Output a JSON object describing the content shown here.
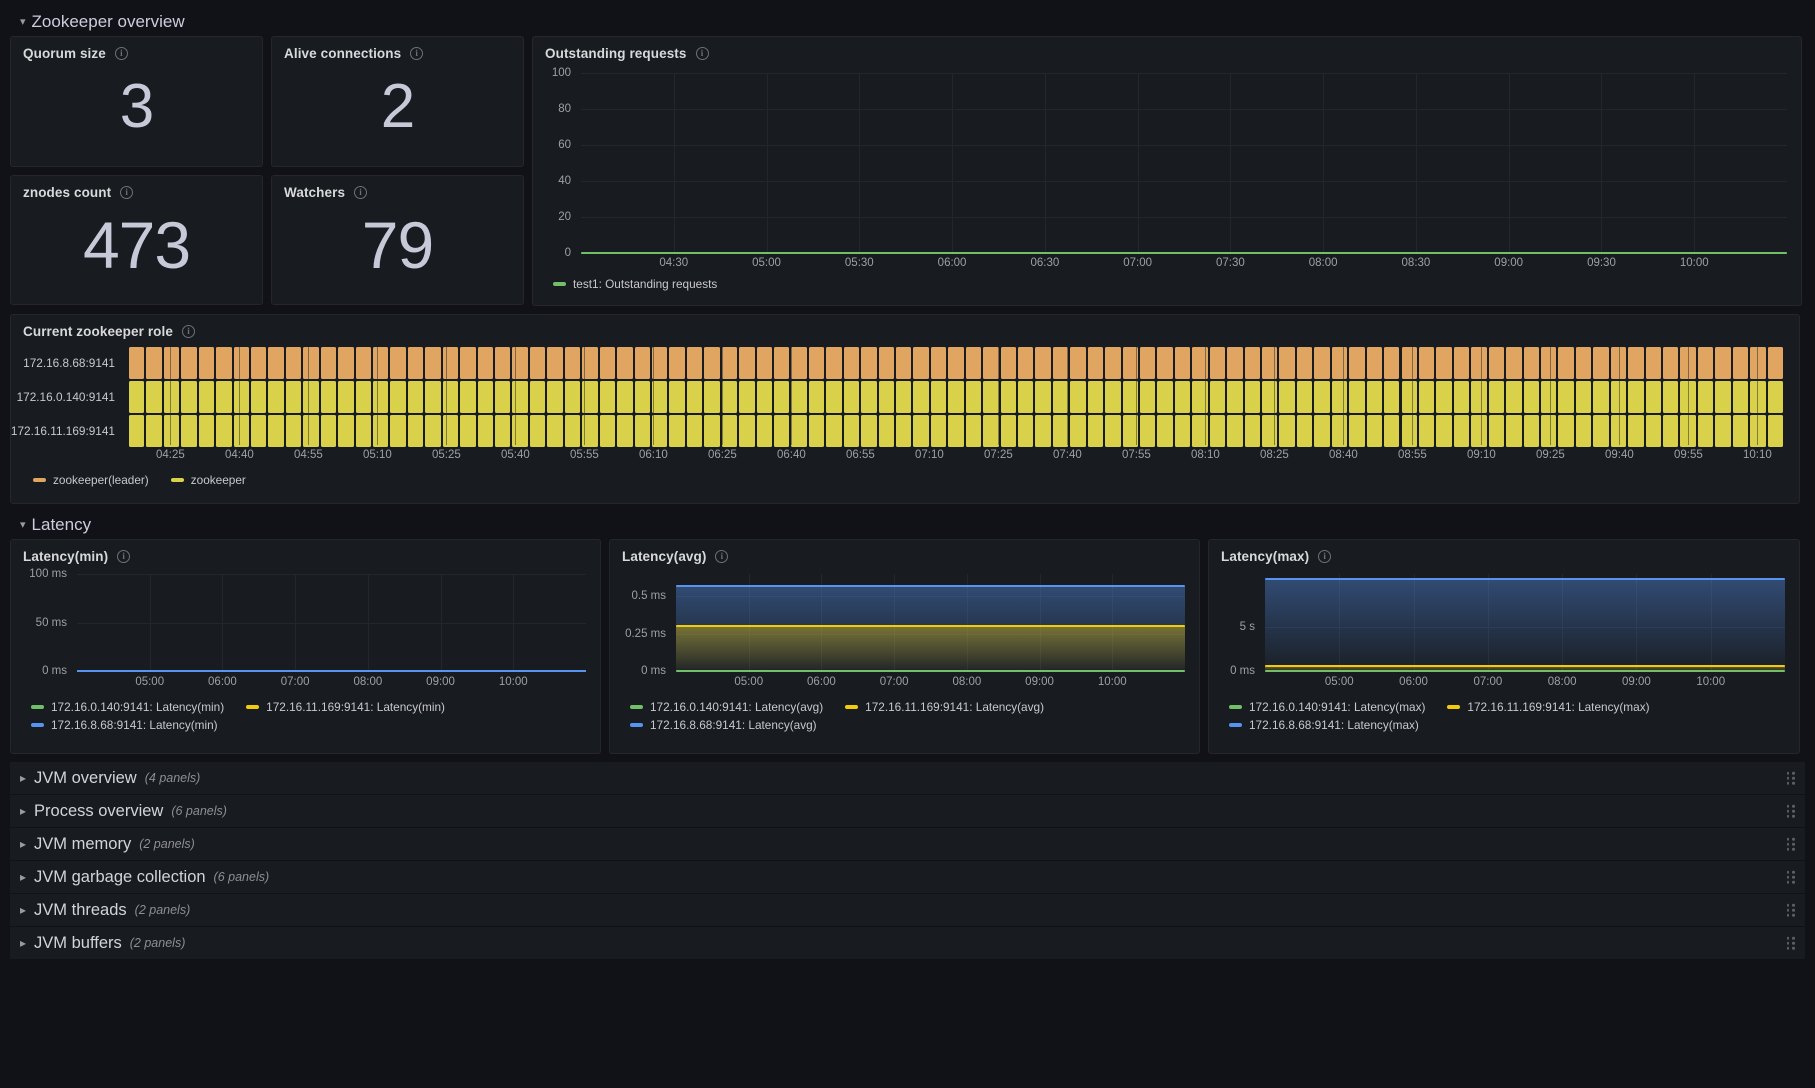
{
  "rows": {
    "zookeeper_overview": {
      "title": "Zookeeper overview",
      "caret": "chevron-down"
    },
    "latency": {
      "title": "Latency",
      "caret": "chevron-down"
    }
  },
  "stats": [
    {
      "title": "Quorum size",
      "value": "3"
    },
    {
      "title": "Alive connections",
      "value": "2"
    },
    {
      "title": "znodes count",
      "value": "473"
    },
    {
      "title": "Watchers",
      "value": "79"
    }
  ],
  "outstanding": {
    "title": "Outstanding requests",
    "legend": [
      {
        "label": "test1: Outstanding requests",
        "color": "#73bf69"
      }
    ]
  },
  "zk_role": {
    "title": "Current zookeeper role",
    "rows": [
      "172.16.8.68:9141",
      "172.16.0.140:9141",
      "172.16.11.169:9141"
    ],
    "legend": [
      {
        "label": "zookeeper(leader)",
        "color": "#e0a561"
      },
      {
        "label": "zookeeper",
        "color": "#d9d14a"
      }
    ]
  },
  "latency_min": {
    "title": "Latency(min)",
    "legend": [
      {
        "label": "172.16.0.140:9141: Latency(min)",
        "color": "#73bf69"
      },
      {
        "label": "172.16.11.169:9141: Latency(min)",
        "color": "#f2cc0c"
      },
      {
        "label": "172.16.8.68:9141: Latency(min)",
        "color": "#5794f2"
      }
    ]
  },
  "latency_avg": {
    "title": "Latency(avg)",
    "legend": [
      {
        "label": "172.16.0.140:9141: Latency(avg)",
        "color": "#73bf69"
      },
      {
        "label": "172.16.11.169:9141: Latency(avg)",
        "color": "#f2cc0c"
      },
      {
        "label": "172.16.8.68:9141: Latency(avg)",
        "color": "#5794f2"
      }
    ]
  },
  "latency_max": {
    "title": "Latency(max)",
    "legend": [
      {
        "label": "172.16.0.140:9141: Latency(max)",
        "color": "#73bf69"
      },
      {
        "label": "172.16.11.169:9141: Latency(max)",
        "color": "#f2cc0c"
      },
      {
        "label": "172.16.8.68:9141: Latency(max)",
        "color": "#5794f2"
      }
    ]
  },
  "collapsed_rows": [
    {
      "title": "JVM overview",
      "panels": "(4 panels)"
    },
    {
      "title": "Process overview",
      "panels": "(6 panels)"
    },
    {
      "title": "JVM memory",
      "panels": "(2 panels)"
    },
    {
      "title": "JVM garbage collection",
      "panels": "(6 panels)"
    },
    {
      "title": "JVM threads",
      "panels": "(2 panels)"
    },
    {
      "title": "JVM buffers",
      "panels": "(2 panels)"
    }
  ],
  "chart_data": [
    {
      "id": "outstanding_requests",
      "type": "line",
      "title": "Outstanding requests",
      "xlabel": "",
      "ylabel": "",
      "ylim": [
        0,
        100
      ],
      "yticks": [
        0,
        20,
        40,
        60,
        80,
        100
      ],
      "ytick_labels": [
        "0",
        "20",
        "40",
        "60",
        "80",
        "100"
      ],
      "xtick_labels": [
        "04:30",
        "05:00",
        "05:30",
        "06:00",
        "06:30",
        "07:00",
        "07:30",
        "08:00",
        "08:30",
        "09:00",
        "09:30",
        "10:00"
      ],
      "grid": true,
      "legend_position": "bottom",
      "series": [
        {
          "name": "test1: Outstanding requests",
          "color": "#73bf69",
          "constant_value": 0
        }
      ]
    },
    {
      "id": "current_zookeeper_role",
      "type": "heatmap",
      "title": "Current zookeeper role",
      "rows": [
        "172.16.8.68:9141",
        "172.16.0.140:9141",
        "172.16.11.169:9141"
      ],
      "row_states": [
        "zookeeper(leader)",
        "zookeeper",
        "zookeeper"
      ],
      "state_colors": {
        "zookeeper(leader)": "#e0a561",
        "zookeeper": "#d9d14a"
      },
      "xtick_labels": [
        "04:25",
        "04:40",
        "04:55",
        "05:10",
        "05:25",
        "05:40",
        "05:55",
        "06:10",
        "06:25",
        "06:40",
        "06:55",
        "07:10",
        "07:25",
        "07:40",
        "07:55",
        "08:10",
        "08:25",
        "08:40",
        "08:55",
        "09:10",
        "09:25",
        "09:40",
        "09:55",
        "10:10"
      ],
      "segments": 95,
      "legend_position": "bottom"
    },
    {
      "id": "latency_min",
      "type": "line",
      "title": "Latency(min)",
      "ylim": [
        0,
        100
      ],
      "yticks": [
        0,
        50,
        100
      ],
      "ytick_labels": [
        "0 ms",
        "50 ms",
        "100 ms"
      ],
      "xtick_labels": [
        "05:00",
        "06:00",
        "07:00",
        "08:00",
        "09:00",
        "10:00"
      ],
      "grid": true,
      "legend_position": "bottom",
      "series": [
        {
          "name": "172.16.0.140:9141: Latency(min)",
          "color": "#73bf69",
          "constant_value": 0
        },
        {
          "name": "172.16.11.169:9141: Latency(min)",
          "color": "#f2cc0c",
          "constant_value": 0
        },
        {
          "name": "172.16.8.68:9141: Latency(min)",
          "color": "#5794f2",
          "constant_value": 0
        }
      ]
    },
    {
      "id": "latency_avg",
      "type": "area",
      "title": "Latency(avg)",
      "ylim": [
        0,
        0.65
      ],
      "yticks": [
        0,
        0.25,
        0.5
      ],
      "ytick_labels": [
        "0 ms",
        "0.25 ms",
        "0.5 ms"
      ],
      "xtick_labels": [
        "05:00",
        "06:00",
        "07:00",
        "08:00",
        "09:00",
        "10:00"
      ],
      "grid": true,
      "legend_position": "bottom",
      "series": [
        {
          "name": "172.16.0.140:9141: Latency(avg)",
          "color": "#73bf69",
          "constant_value": 0.0
        },
        {
          "name": "172.16.11.169:9141: Latency(avg)",
          "color": "#f2cc0c",
          "constant_value": 0.3
        },
        {
          "name": "172.16.8.68:9141: Latency(avg)",
          "color": "#5794f2",
          "constant_value": 0.57
        }
      ]
    },
    {
      "id": "latency_max",
      "type": "area",
      "title": "Latency(max)",
      "ylim": [
        0,
        11
      ],
      "yticks": [
        0,
        5
      ],
      "ytick_labels": [
        "0 ms",
        "5 s"
      ],
      "xtick_labels": [
        "05:00",
        "06:00",
        "07:00",
        "08:00",
        "09:00",
        "10:00"
      ],
      "grid": true,
      "legend_position": "bottom",
      "series": [
        {
          "name": "172.16.0.140:9141: Latency(max)",
          "color": "#73bf69",
          "constant_value": 0.0
        },
        {
          "name": "172.16.11.169:9141: Latency(max)",
          "color": "#f2cc0c",
          "constant_value": 0.55
        },
        {
          "name": "172.16.8.68:9141: Latency(max)",
          "color": "#5794f2",
          "constant_value": 10.4
        }
      ]
    }
  ]
}
